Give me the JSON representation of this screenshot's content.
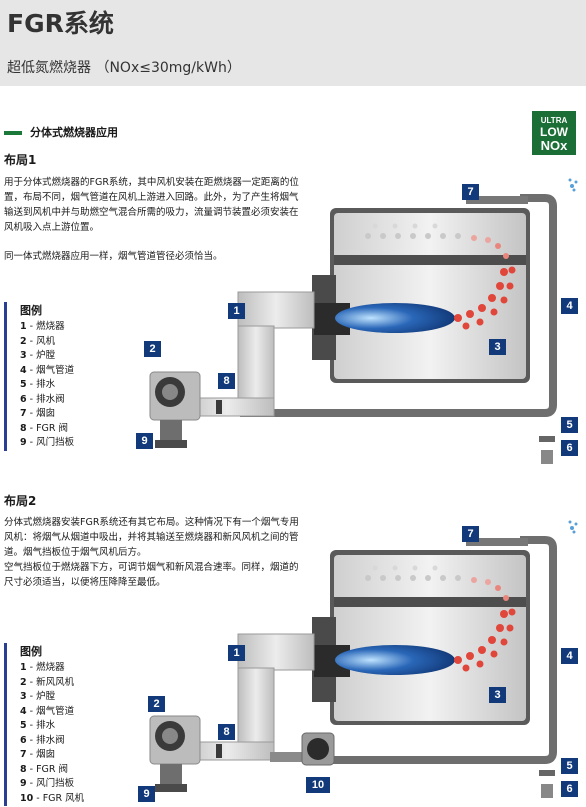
{
  "header": {
    "title": "FGR系统",
    "subtitle": "超低氮燃烧器 （NOx≤30mg/kWh）"
  },
  "section": {
    "title": "分体式燃烧器应用"
  },
  "badge": {
    "line1": "ULTRA",
    "line2": "LOW",
    "line3": "NOx"
  },
  "layout1": {
    "title": "布局1",
    "paragraphs": [
      "用于分体式燃烧器的FGR系统，其中风机安装在距燃烧器一定距离的位置，布局不同，烟气管道在风机上游进入回路。此外，为了产生将烟气输送到风机中并与助燃空气混合所需的吸力，流量调节装置必须安装在风机吸入点上游位置。",
      "同一体式燃烧器应用一样，烟气管道管径必须恰当。"
    ],
    "legend_title": "图例",
    "legend": [
      {
        "num": "1",
        "text": " - 燃烧器"
      },
      {
        "num": "2",
        "text": " - 风机"
      },
      {
        "num": "3",
        "text": " - 炉膛"
      },
      {
        "num": "4",
        "text": " - 烟气管道"
      },
      {
        "num": "5",
        "text": " - 排水"
      },
      {
        "num": "6",
        "text": " - 排水阀"
      },
      {
        "num": "7",
        "text": " - 烟囱"
      },
      {
        "num": "8",
        "text": " - FGR 阀"
      },
      {
        "num": "9",
        "text": " - 风门挡板"
      }
    ]
  },
  "layout2": {
    "title": "布局2",
    "paragraphs": [
      "分体式燃烧器安装FGR系统还有其它布局。这种情况下有一个烟气专用风机：将烟气从烟道中吸出，并将其输送至燃烧器和新风风机之间的管道。烟气挡板位于烟气风机后方。",
      "空气挡板位于燃烧器下方，可调节烟气和新风混合速率。同样，烟道的尺寸必须适当，以便将压降降至最低。"
    ],
    "legend_title": "图例",
    "legend": [
      {
        "num": "1",
        "text": " - 燃烧器"
      },
      {
        "num": "2",
        "text": " - 新风风机"
      },
      {
        "num": "3",
        "text": " - 炉膛"
      },
      {
        "num": "4",
        "text": " - 烟气管道"
      },
      {
        "num": "5",
        "text": " - 排水"
      },
      {
        "num": "6",
        "text": " - 排水阀"
      },
      {
        "num": "7",
        "text": " - 烟囱"
      },
      {
        "num": "8",
        "text": " - FGR 阀"
      },
      {
        "num": "9",
        "text": " - 风门挡板"
      },
      {
        "num": "10",
        "text": " - FGR 风机"
      }
    ]
  },
  "diagram1_labels": [
    "7",
    "1",
    "2",
    "8",
    "3",
    "4",
    "9",
    "5",
    "6"
  ],
  "diagram2_labels": [
    "7",
    "1",
    "2",
    "8",
    "3",
    "4",
    "9",
    "10",
    "5",
    "6"
  ],
  "colors": {
    "label_bg": "#123a7a",
    "accent_green": "#1b6e35",
    "legend_bar": "#2a3f8f"
  }
}
